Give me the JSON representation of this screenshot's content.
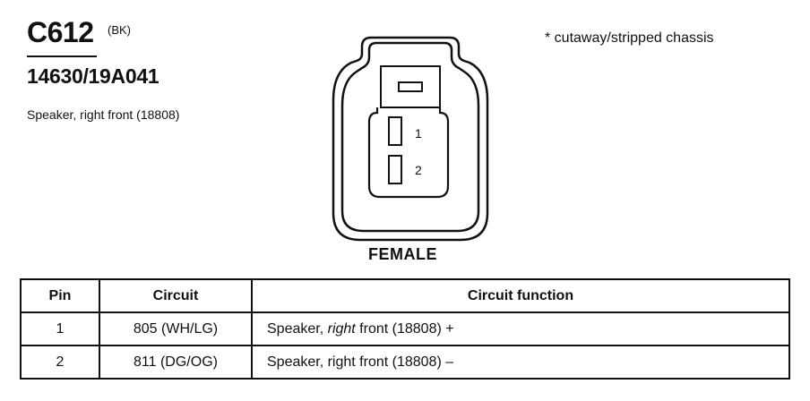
{
  "connector": {
    "id": "C612",
    "color": "(BK)",
    "part_number": "14630/19A041",
    "description": "Speaker, right front (18808)",
    "note": "* cutaway/stripped chassis",
    "gender": "FEMALE",
    "cavity_labels": [
      "1",
      "2"
    ]
  },
  "table": {
    "headers": [
      "Pin",
      "Circuit",
      "Circuit function"
    ],
    "rows": [
      {
        "pin": "1",
        "circuit": "805 (WH/LG)",
        "function_prefix": "Speaker, ",
        "function_italic": "right",
        "function_suffix": " front (18808) +"
      },
      {
        "pin": "2",
        "circuit": "811 (DG/OG)",
        "function_prefix": "Speaker, right front (18808) –",
        "function_italic": "",
        "function_suffix": ""
      }
    ]
  }
}
